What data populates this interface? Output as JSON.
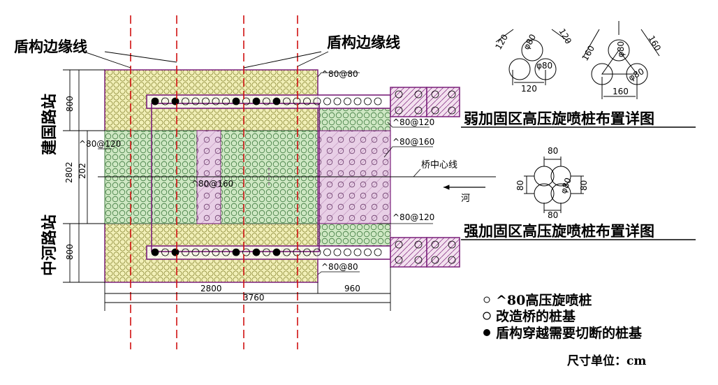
{
  "labels": {
    "shield_edge_left": "盾构边缘线",
    "shield_edge_right": "盾构边缘线",
    "station_top": "建国路站",
    "station_bottom": "中河路站",
    "bridge_centerline": "桥中心线",
    "river": "河",
    "weak_zone_title": "弱加固区高压旋喷桩布置详图",
    "strong_zone_title": "强加固区高压旋喷桩布置详图",
    "unit_note": "尺寸单位：cm"
  },
  "annotations": {
    "pile_80_80_top": "^80@80",
    "pile_80_120_left": "^80@120",
    "pile_80_120_upper_right": "^80@120",
    "pile_80_160_right": "^80@160",
    "pile_80_160_center": "^80@160",
    "pile_80_120_lower_right": "^80@120",
    "pile_80_80_bottom": "^80@80"
  },
  "dimensions": {
    "top_band": "800",
    "total_height": "2802",
    "middle_band": "202",
    "bottom_band": "800",
    "width_main": "2800",
    "width_total": "3760",
    "width_ext": "960"
  },
  "weak_detail": {
    "left_top": "120",
    "left_side": "120",
    "left_d1": "φ80",
    "left_d2": "φ80",
    "left_bottom": "120",
    "right_top": "160",
    "right_side": "160",
    "right_d1": "φ80",
    "right_d2": "φ80",
    "right_bottom": "160"
  },
  "strong_detail": {
    "top": "80",
    "left": "80",
    "right": "80",
    "bottom": "80",
    "diam": "φ80"
  },
  "legend": [
    {
      "symbol": "small-circle",
      "text": "^80高压旋喷桩"
    },
    {
      "symbol": "open-circle",
      "text": "改造桥的桩基"
    },
    {
      "symbol": "filled-circle",
      "text": "盾构穿越需要切断的桩基"
    }
  ],
  "colors": {
    "yellow_zone": "#f2f0b8",
    "green_zone": "#cfe8c4",
    "pink_zone": "#e8cfe6",
    "purple_line": "#7a1f7a",
    "red_dash": "#d01010"
  }
}
